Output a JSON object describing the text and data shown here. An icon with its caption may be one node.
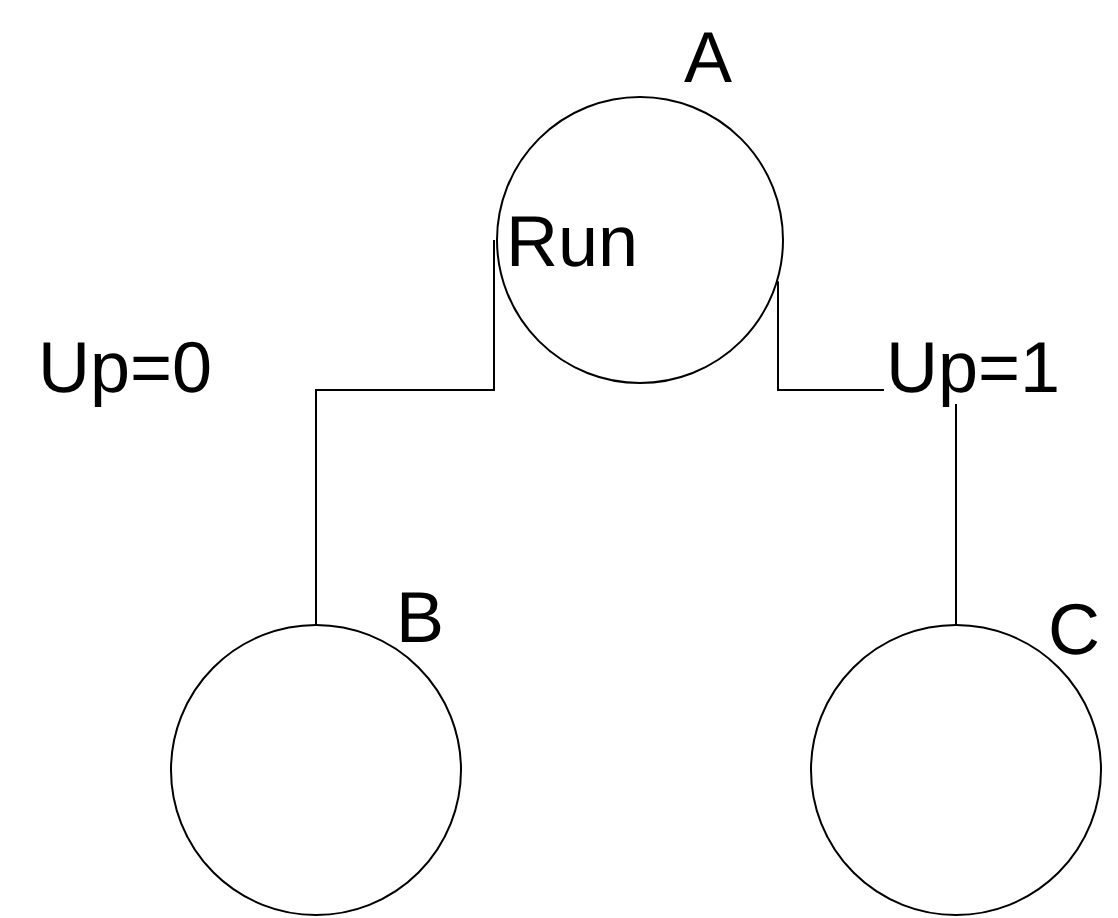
{
  "diagram": {
    "nodes": [
      {
        "text": [
          "A",
          "Run"
        ]
      },
      {
        "text": [
          "B"
        ]
      },
      {
        "text": [
          "C"
        ]
      }
    ],
    "edges": [
      {
        "from": 0,
        "to": 1,
        "arrow": "none",
        "label": "Up=0"
      },
      {
        "from": 0,
        "to": 2,
        "arrow": "none",
        "label": "Up=1"
      }
    ]
  }
}
